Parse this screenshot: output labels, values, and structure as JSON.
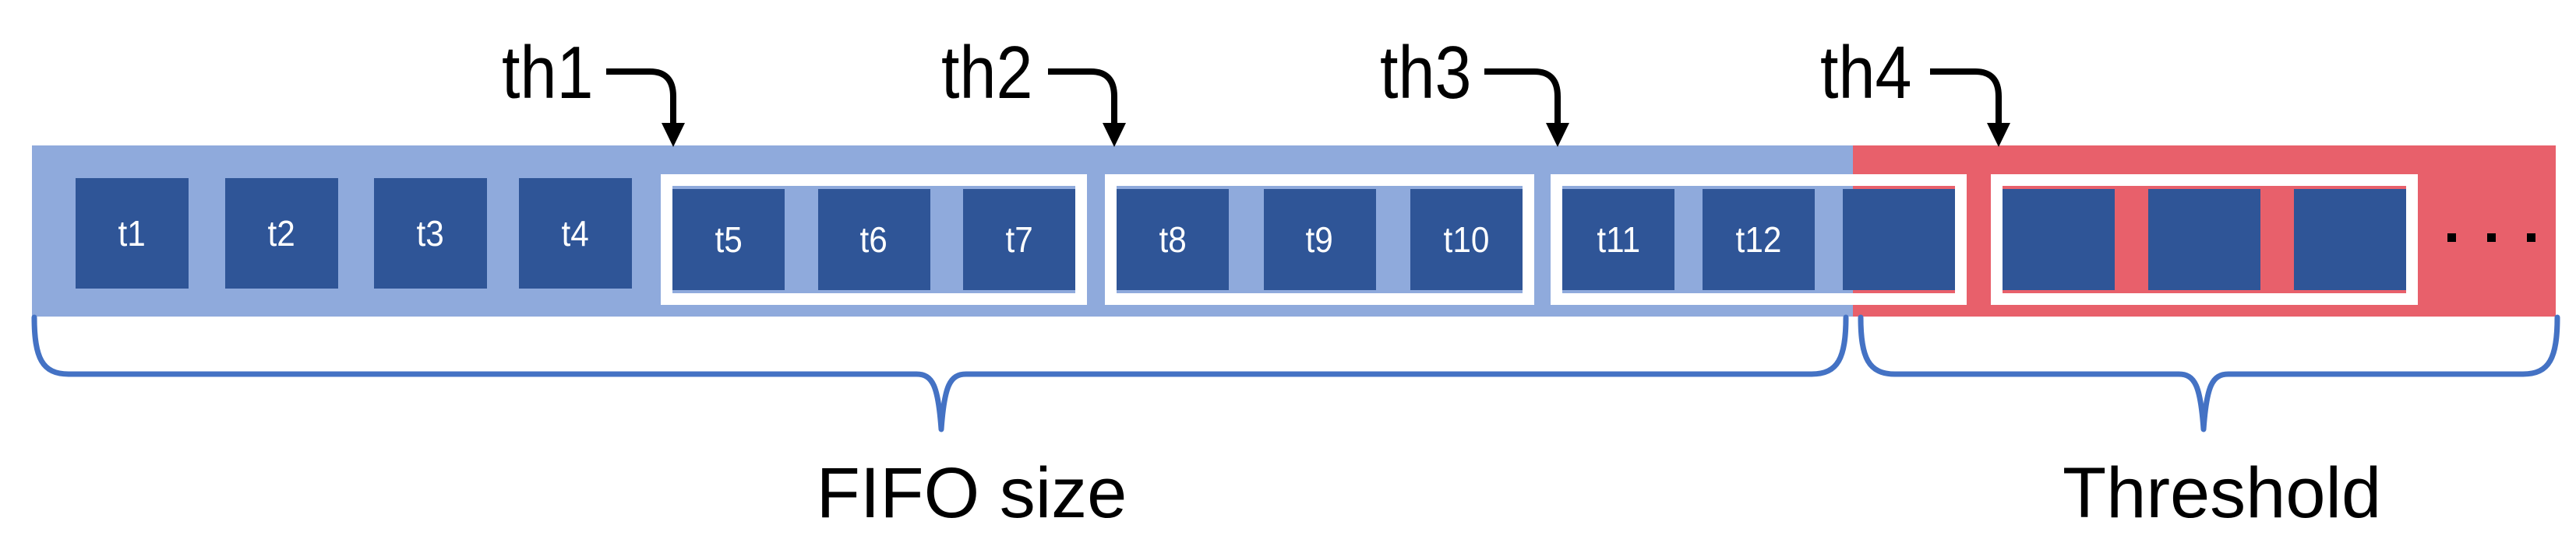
{
  "colors": {
    "fifo_fill": "#8FAADC",
    "cell_fill": "#2F5597",
    "threshold_fill": "#E8606B",
    "group_frame": "#FFFFFF",
    "brace": "#4472C4",
    "text": "#000000",
    "cell_text": "#FFFFFF"
  },
  "thresholds": [
    {
      "label": "th1"
    },
    {
      "label": "th2"
    },
    {
      "label": "th3"
    },
    {
      "label": "th4"
    }
  ],
  "cells": {
    "ungrouped": [
      "t1",
      "t2",
      "t3",
      "t4"
    ],
    "group1": [
      "t5",
      "t6",
      "t7"
    ],
    "group2": [
      "t8",
      "t9",
      "t10"
    ],
    "group3": [
      "t11",
      "t12",
      ""
    ],
    "group4": [
      "",
      "",
      ""
    ]
  },
  "ellipsis": ". . .",
  "labels": {
    "fifo_size": "FIFO size",
    "threshold": "Threshold"
  }
}
